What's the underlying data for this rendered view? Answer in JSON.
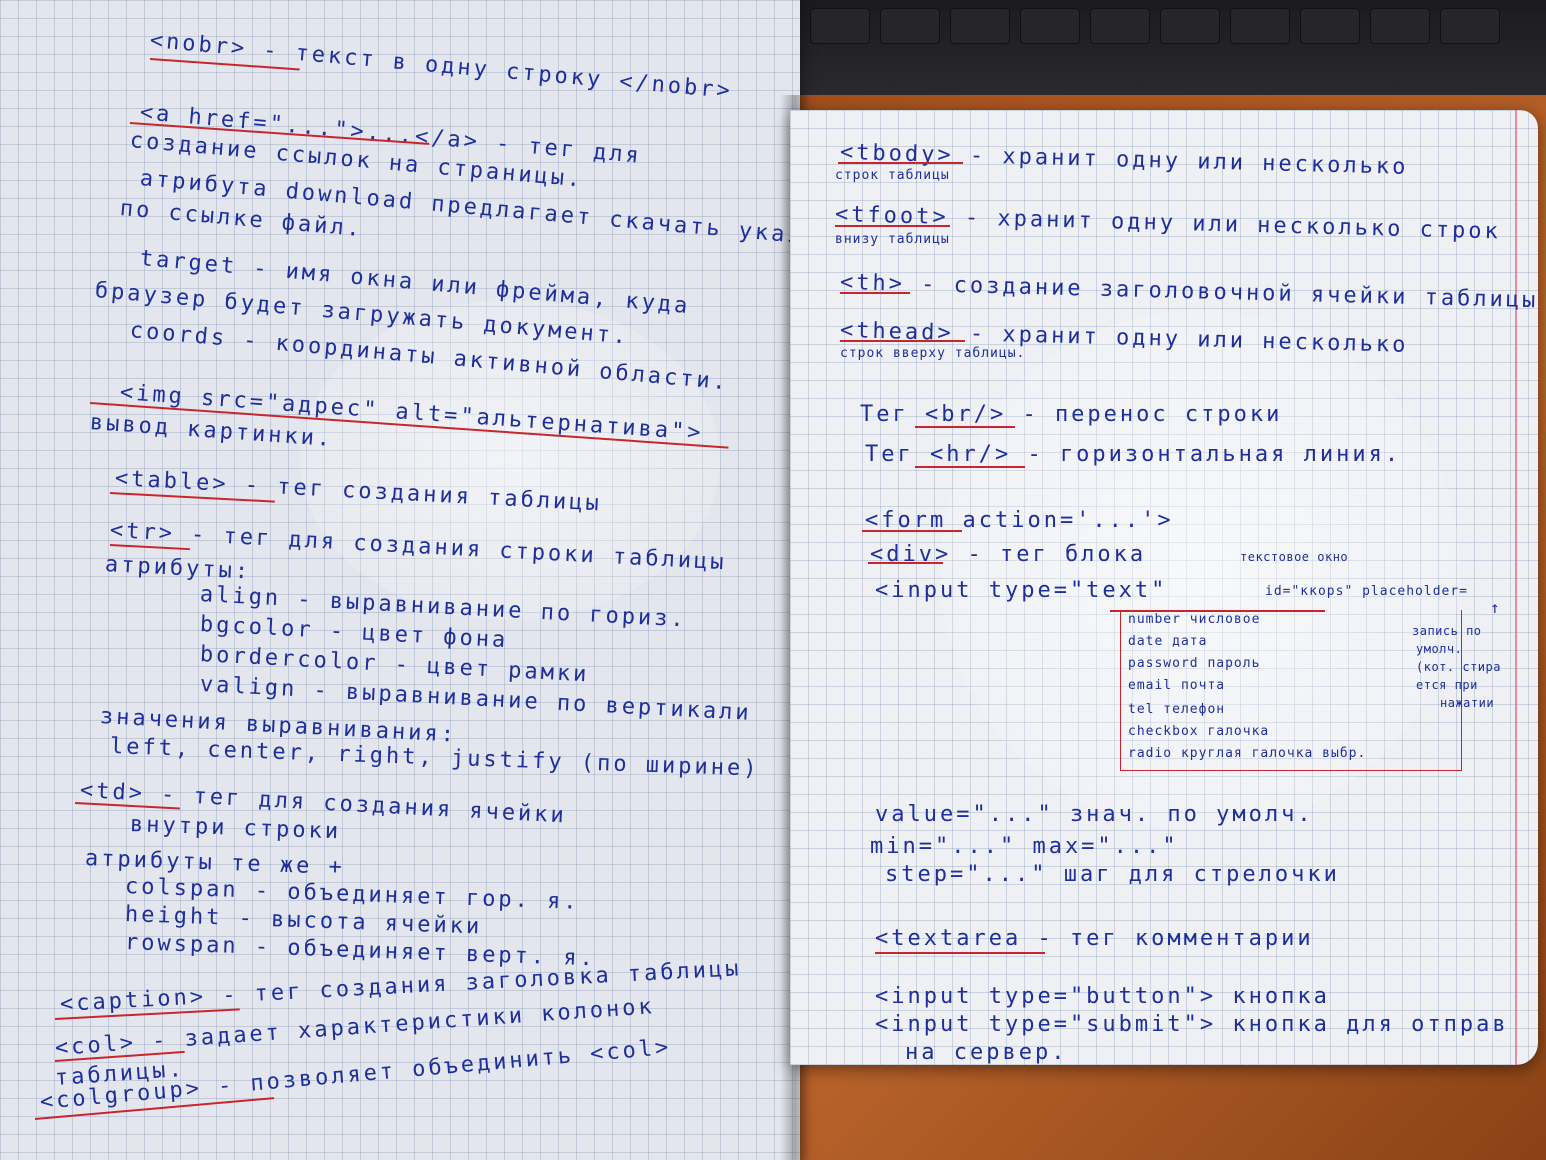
{
  "left_page": [
    "<nobr> - текст в одну строку </nobr>",
    "<a href=\"...\">...</a> - тег для",
    "создание ссылок на страницы.",
    "атрибута download предлагает скачать указанный",
    "по ссылке файл.",
    "target - имя окна или фрейма, куда",
    "браузер будет загружать документ.",
    "coords - координаты активной области.",
    "<img src=\"адрес\" alt=\"альтернатива\">",
    "вывод картинки.",
    "<table> - тег создания таблицы",
    "<tr> - тег для создания строки таблицы",
    "атрибуты:",
    "align - выравнивание по гориз.",
    "bgcolor - цвет фона",
    "bordercolor - цвет рамки",
    "valign - выравнивание по вертикали",
    "значения выравнивания:",
    "left, center, right, justify (по ширине)",
    "<td> - тег для создания ячейки",
    "внутри строки",
    "атрибуты те же +",
    "colspan - объединяет гор. я.",
    "height - высота ячейки",
    "rowspan - объединяет верт. я.",
    "<caption> - тег создания заголовка таблицы",
    "<col> - задает характеристики колонок",
    "таблицы.",
    "<colgroup> - позволяет объединить <col>"
  ],
  "right_page": [
    "<tbody> - хранит одну или несколько",
    "строк таблицы",
    "<tfoot> - хранит одну или несколько строк",
    "внизу таблицы",
    "<th> - создание заголовочной ячейки таблицы.",
    "<thead> - хранит одну или несколько",
    "строк вверху таблицы.",
    "Тег <br/> - перенос строки",
    "Тег <hr/> - горизонтальная линия.",
    "<form action='...'>",
    "<div> - тег блока",
    "текстовое окно",
    "<input type=\"text\"",
    "id=\"ккорs\" placeholder=",
    "number числовое",
    "date дата",
    "password пароль",
    "email почта",
    "tel телефон",
    "checkbox галочка",
    "radio круглая галочка выбр.",
    "запись по",
    "умолч.",
    "(кот. стира",
    "ется при",
    "нажатии",
    "value=\"...\" знач. по умолч.",
    "min=\"...\" max=\"...\"",
    "step=\"...\" шаг для стрелочки",
    "<textarea - тег комментарии",
    "<input type=\"button\"> кнопка",
    "<input type=\"submit\"> кнопка для отправ",
    "на сервер."
  ]
}
